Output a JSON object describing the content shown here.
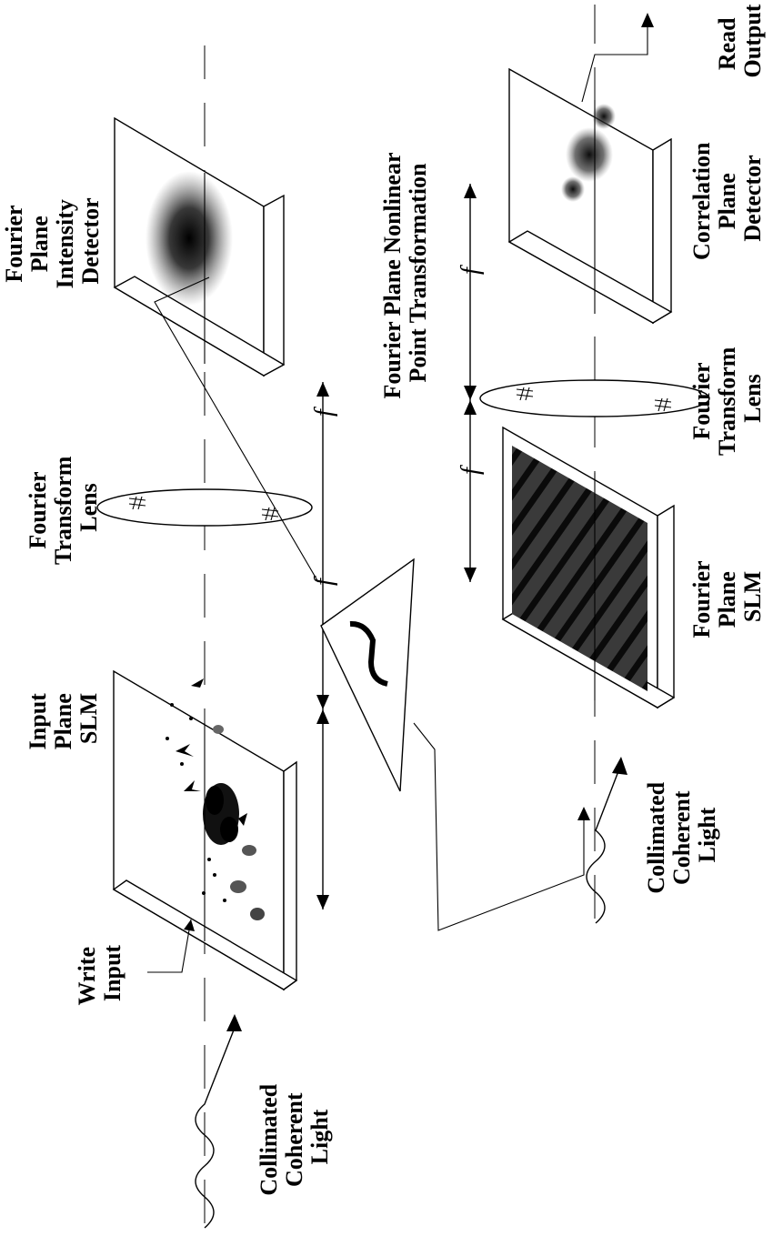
{
  "labels": {
    "input_plane_slm": [
      "Input",
      "Plane",
      "SLM"
    ],
    "write_input": [
      "Write",
      "Input"
    ],
    "collimated_light_1": [
      "Collimated",
      "Coherent",
      "Light"
    ],
    "ft_lens_1": [
      "Fourier",
      "Transform",
      "Lens"
    ],
    "intensity_detector": [
      "Fourier",
      "Plane",
      "Intensity",
      "Detector"
    ],
    "nonlinear_transform": [
      "Fourier Plane Nonlinear",
      "Point Transformation"
    ],
    "fourier_plane_slm": [
      "Fourier",
      "Plane",
      "SLM"
    ],
    "collimated_light_2": [
      "Collimated",
      "Coherent",
      "Light"
    ],
    "ft_lens_2": [
      "Fourier",
      "Transform",
      "Lens"
    ],
    "correlation_detector": [
      "Correlation",
      "Plane",
      "Detector"
    ],
    "read_output": [
      "Read",
      "Output"
    ]
  },
  "focal_length_symbol": "f",
  "colors": {
    "ink": "#000000",
    "paper": "#ffffff"
  }
}
